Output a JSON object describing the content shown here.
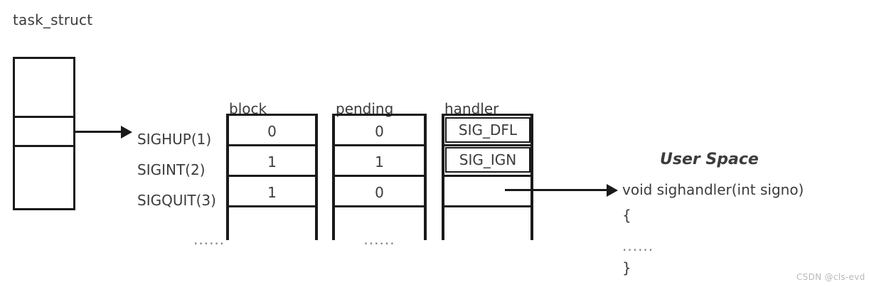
{
  "diagram": {
    "title": "task_struct",
    "signals": [
      {
        "label": "SIGHUP(1)"
      },
      {
        "label": "SIGINT(2)"
      },
      {
        "label": "SIGQUIT(3)"
      }
    ],
    "signals_ellipsis": "......",
    "columns": [
      {
        "header": "block",
        "values": [
          "0",
          "1",
          "1"
        ],
        "ellipsis": ""
      },
      {
        "header": "pending",
        "values": [
          "0",
          "1",
          "0"
        ],
        "ellipsis": "......"
      },
      {
        "header": "handler",
        "values": [
          "SIG_DFL",
          "SIG_IGN",
          ""
        ],
        "ellipsis": ""
      }
    ]
  },
  "user_space": {
    "title": "User Space",
    "code": [
      "void sighandler(int signo)",
      "{",
      "......",
      "}"
    ]
  },
  "watermark": {
    "text": "CSDN @cls-evd"
  },
  "colors": {
    "stroke": "#1a1a1a",
    "text": "#3c3c3c",
    "muted": "#808080",
    "watermark": "#b9b9b9",
    "background": "#ffffff"
  }
}
